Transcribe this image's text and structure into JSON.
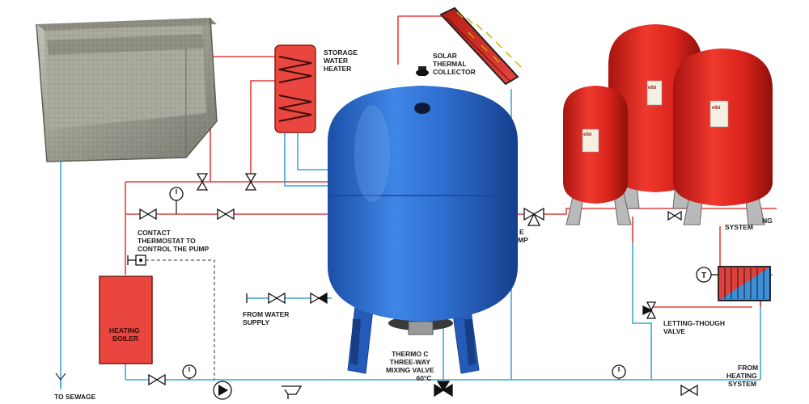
{
  "colors": {
    "hot_pipe": "#e0403c",
    "cold_pipe": "#3ea6d8",
    "boiler": "#e8463f",
    "blue_tank": "#2f6fd0",
    "red_tanks": "#e22a22",
    "galvanized_tank": "#9a9a8e"
  },
  "labels": {
    "storage_water_heater": [
      "STORAGE",
      "WATER",
      "HEATER"
    ],
    "solar_thermal_collector": [
      "SOLAR",
      "THERMAL",
      "COLLECTOR"
    ],
    "contact_thermostat": [
      "CONTACT",
      "THERMOSTAT TO",
      "CONTROL THE PUMP"
    ],
    "heating_boiler": [
      "HEATING",
      "BOILER"
    ],
    "from_water_supply": [
      "FROM WATER",
      "SUPPLY"
    ],
    "to_sewage": "TO SEWAGE",
    "thermostatic_mixing_valve": [
      "THERMO        C",
      "THREE-WAY",
      "MIXING VALVE",
      "60°C"
    ],
    "letting_through_valve": [
      "LETTING-THOUGH",
      "VALVE"
    ],
    "from_heating_system": [
      "FROM",
      "HEATING",
      "SYSTEM"
    ],
    "heating_system_partial": [
      "NG",
      "SYSTEM"
    ],
    "side_partial": [
      "E",
      "MP"
    ],
    "thermostat_symbol": "T",
    "brand_logo": "elbi"
  },
  "icons": {
    "gauge": "pressure-gauge-icon",
    "valve": "gate-valve-icon",
    "pump": "circulation-pump-icon",
    "filter": "strainer-icon",
    "sun_rays": "sun-rays-icon"
  }
}
